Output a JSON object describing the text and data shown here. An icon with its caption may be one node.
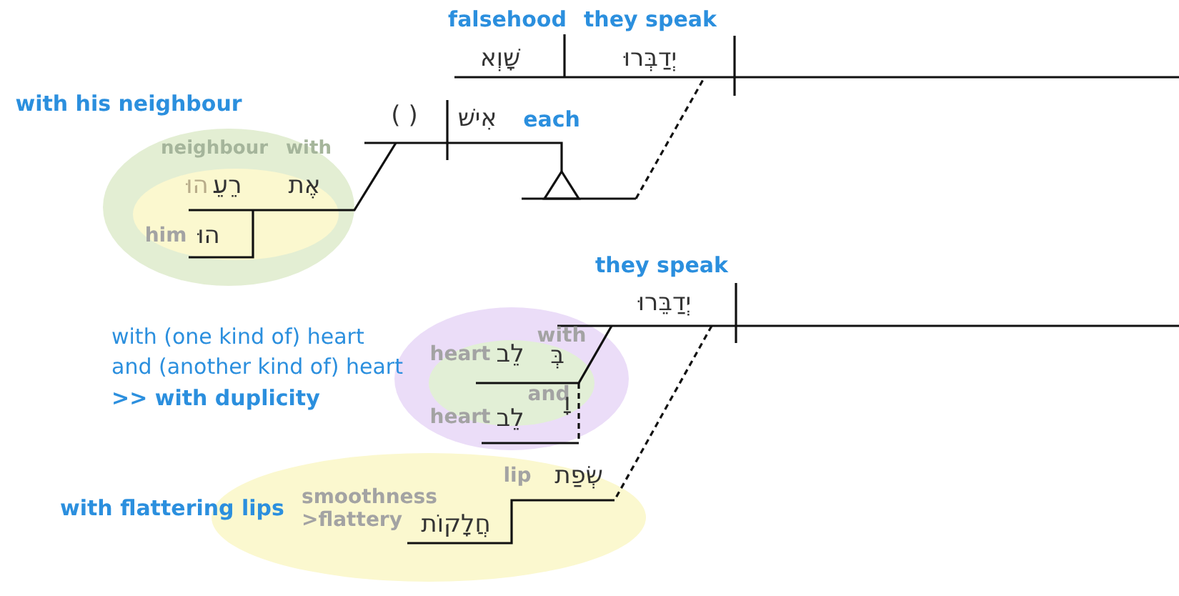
{
  "diagram": {
    "labels": [
      "falsehood",
      "they speak",
      "שָׁוְא",
      "יְדַבְּרוּ",
      "with his neighbour",
      "( )",
      "אִישׁ",
      "each",
      "neighbour",
      "with",
      "הוּ",
      "רֵעֵ",
      "אֶת",
      "him",
      "הוּ",
      "they speak",
      "יְדַבֵּרוּ",
      "with (one kind of) heart",
      "and (another kind of) heart",
      ">> with duplicity",
      "with",
      "heart",
      "לֵב",
      "בְּ",
      "and",
      "וָ",
      "heart",
      "לֵב",
      "lip",
      "שְׂפַת",
      "with flattering lips",
      "smoothness >flattery",
      "חֲלָקוֹת"
    ]
  }
}
